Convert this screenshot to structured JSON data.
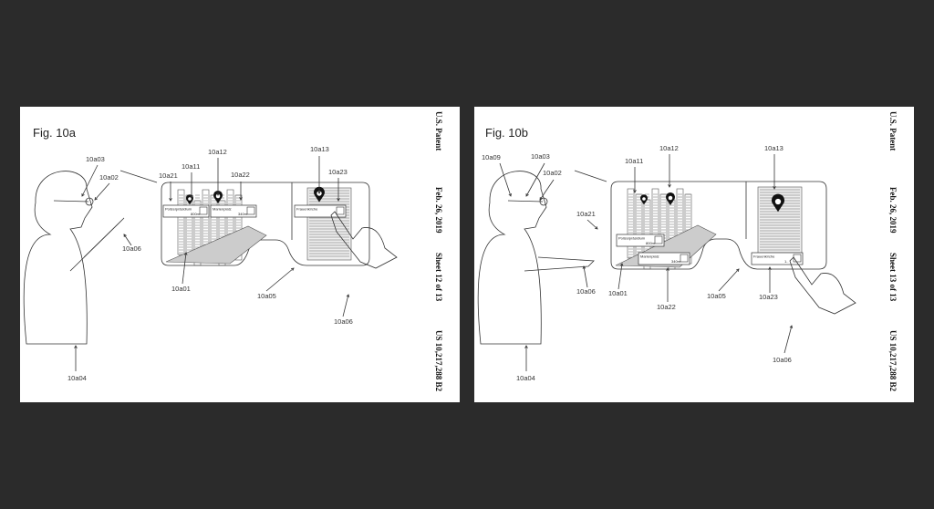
{
  "figures": [
    {
      "id": "A",
      "title": "Fig. 10a",
      "header": {
        "patent": "U.S. Patent",
        "date": "Feb. 26, 2019",
        "sheet": "Sheet 12 of 13",
        "number": "US 10,217,288 B2"
      },
      "refs": [
        "10a03",
        "10a02",
        "10a06",
        "10a04",
        "10a21",
        "10a11",
        "10a12",
        "10a22",
        "10a13",
        "10a23",
        "10a01",
        "10a05",
        "10a06"
      ],
      "cards": [
        {
          "name": "Polizeipräsidium",
          "dist": "800m"
        },
        {
          "name": "Marienplatz",
          "dist": "340m"
        },
        {
          "name": "Frauenkirche",
          "dist": ""
        }
      ]
    },
    {
      "id": "B",
      "title": "Fig. 10b",
      "header": {
        "patent": "U.S. Patent",
        "date": "Feb. 26, 2019",
        "sheet": "Sheet 13 of 13",
        "number": "US 10,217,288 B2"
      },
      "refs": [
        "10a09",
        "10a03",
        "10a02",
        "10a21",
        "10a11",
        "10a12",
        "10a13",
        "10a06",
        "10a01",
        "10a22",
        "10a05",
        "10a23",
        "10a06",
        "10a04"
      ],
      "cards": [
        {
          "name": "Polizeipräsidium",
          "dist": "800m"
        },
        {
          "name": "Marienplatz",
          "dist": "340m"
        },
        {
          "name": "Frauenkirche",
          "dist": "1.."
        }
      ]
    }
  ]
}
